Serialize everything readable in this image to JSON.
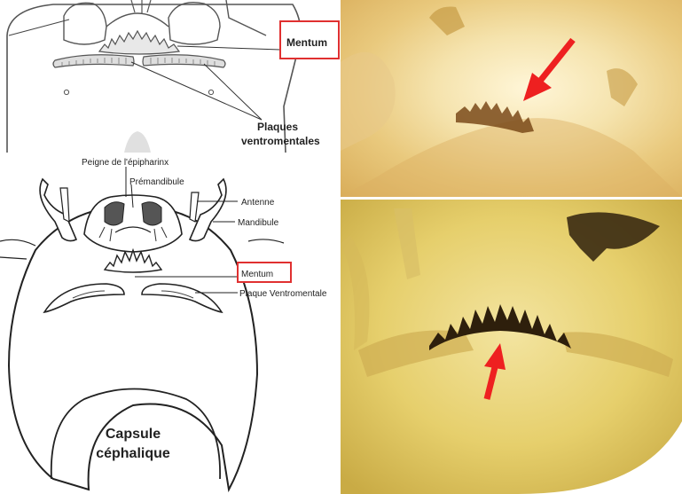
{
  "top_drawing": {
    "label_mentum": "Mentum",
    "label_plaques_line1": "Plaques",
    "label_plaques_line2": "ventromentales"
  },
  "bottom_drawing": {
    "label_peigne": "Peigne de l'épipharinx",
    "label_premandibule": "Prémandibule",
    "label_antenne": "Antenne",
    "label_mandibule": "Mandibule",
    "label_mentum": "Mentum",
    "label_plaque": "Plaque Ventromentale",
    "label_capsule_line1": "Capsule",
    "label_capsule_line2": "céphalique"
  },
  "colors": {
    "highlight_box": "#e03030",
    "arrow": "#ee2020",
    "line_art": "#333333"
  }
}
